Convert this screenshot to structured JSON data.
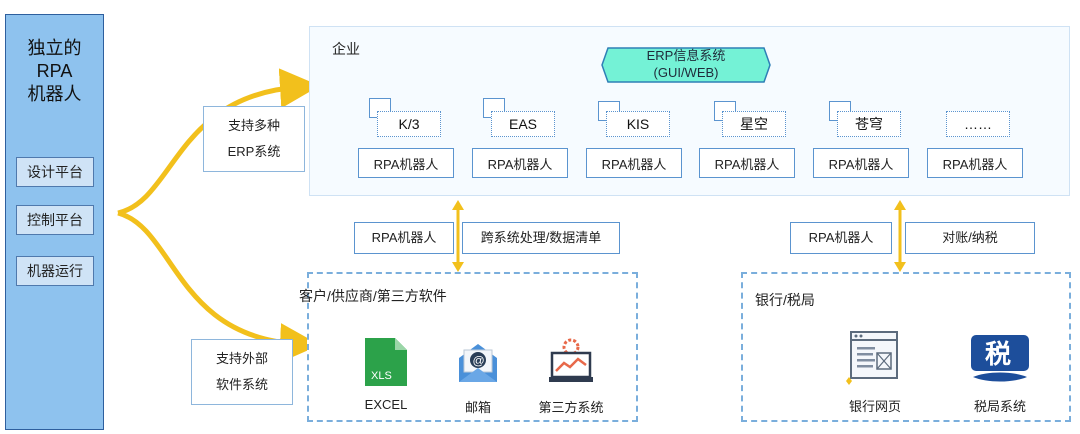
{
  "left_panel": {
    "title_lines": [
      "独立的",
      "RPA",
      "机器人"
    ],
    "buttons": [
      "设计平台",
      "控制平台",
      "机器运行"
    ]
  },
  "side_labels": {
    "erp": [
      "支持多种",
      "ERP系统"
    ],
    "external": [
      "支持外部",
      "软件系统"
    ]
  },
  "enterprise": {
    "title": "企业",
    "erp_system": [
      "ERP信息系统",
      "(GUI/WEB)"
    ],
    "modules": [
      "K/3",
      "EAS",
      "KIS",
      "星空",
      "苍穹",
      "……"
    ],
    "robot_label": "RPA机器人"
  },
  "middle_links": [
    {
      "robot": "RPA机器人",
      "function": "跨系统处理/数据清单"
    },
    {
      "robot": "RPA机器人",
      "function": "对账/纳税"
    }
  ],
  "groups": {
    "customers": {
      "title": "客户/供应商/第三方软件",
      "items": [
        {
          "icon": "excel-icon",
          "icon_text": "XLS",
          "label": "EXCEL"
        },
        {
          "icon": "mail-icon",
          "label": "邮箱"
        },
        {
          "icon": "third-party-system-icon",
          "label": "第三方系统"
        }
      ]
    },
    "bank": {
      "title": "银行/税局",
      "items": [
        {
          "icon": "bank-webpage-icon",
          "label": "银行网页"
        },
        {
          "icon": "tax-bureau-icon",
          "icon_text": "税",
          "label": "税局系统"
        }
      ]
    }
  },
  "colors": {
    "panel": "#8ec2ee",
    "accent_yellow": "#f2c01c",
    "erp_badge": "#74f2d6",
    "frame_blue": "#5b94cf",
    "excel_green": "#2ca24a",
    "tax_blue": "#1d4e9b"
  }
}
